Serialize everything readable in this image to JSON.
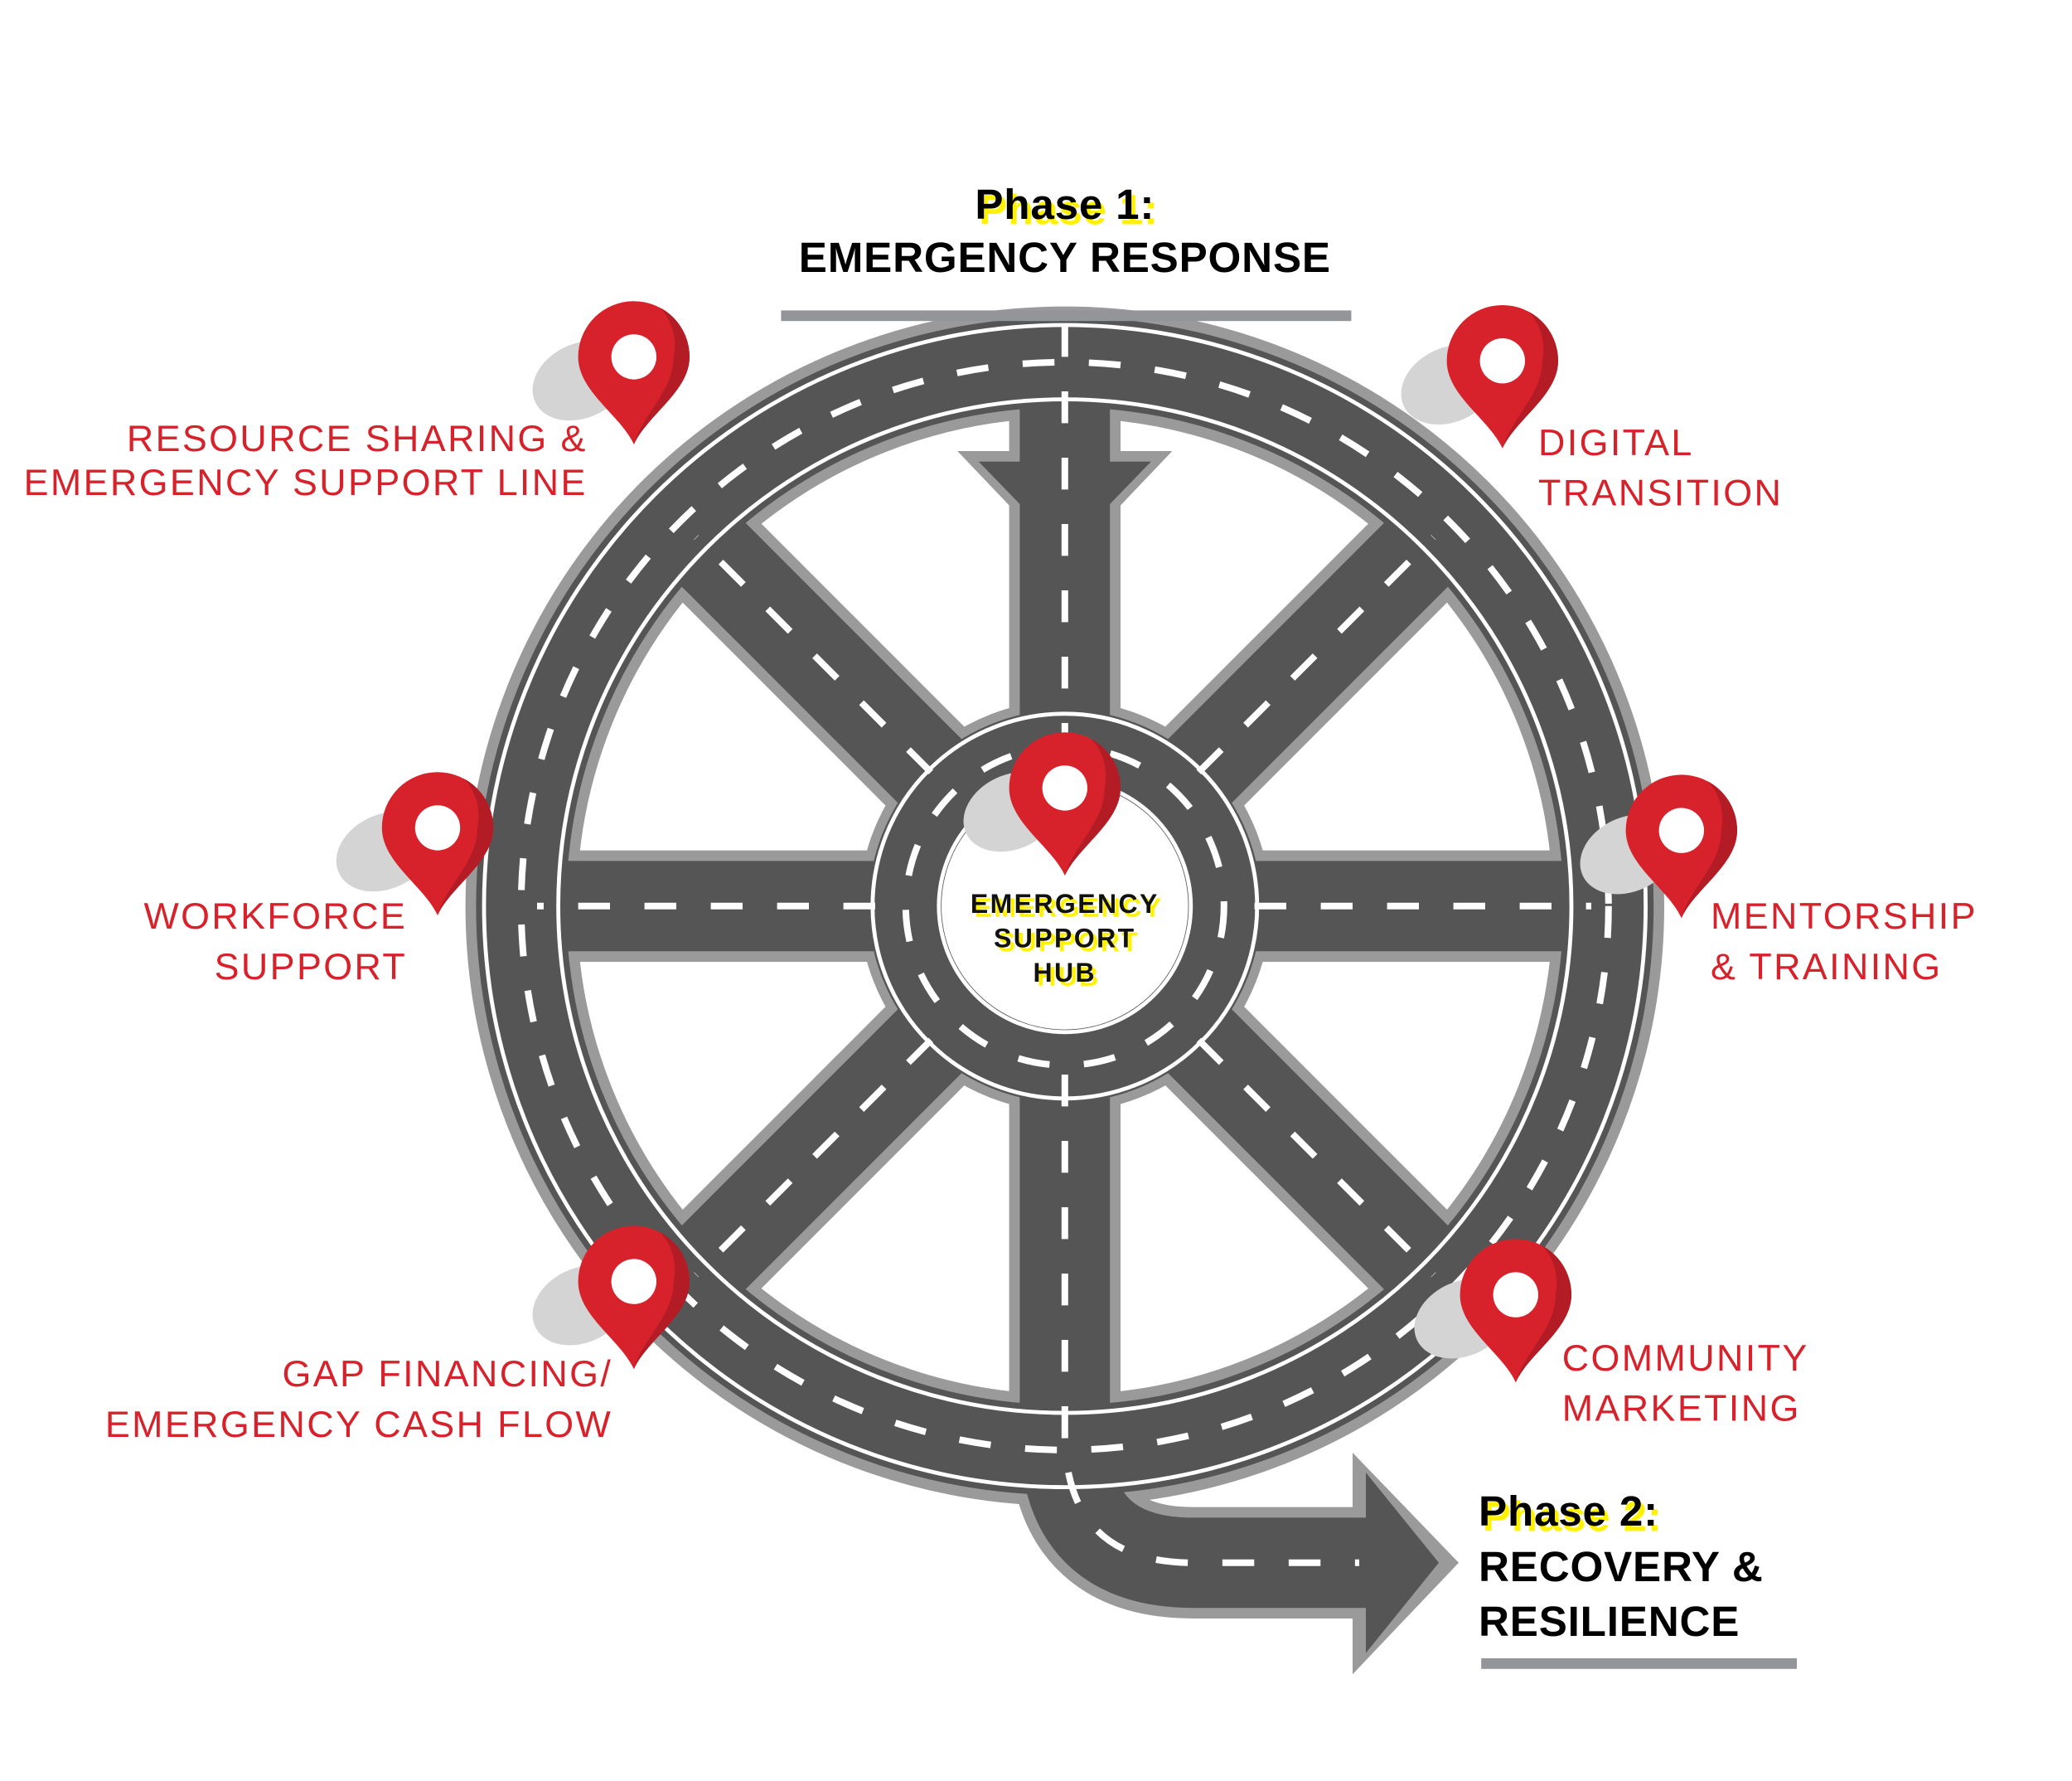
{
  "phase1": {
    "label": "Phase 1:",
    "title": "EMERGENCY RESPONSE"
  },
  "phase2": {
    "label": "Phase 2:",
    "line1": "RECOVERY &",
    "line2": "RESILIENCE"
  },
  "hub": {
    "line1": "EMERGENCY",
    "line2": "SUPPORT",
    "line3": "HUB"
  },
  "stops": {
    "resource": {
      "line1": "RESOURCE SHARING &",
      "line2": "EMERGENCY SUPPORT LINE"
    },
    "digital": {
      "line1": "DIGITAL",
      "line2": "TRANSITION"
    },
    "workforce": {
      "line1": "WORKFORCE",
      "line2": "SUPPORT"
    },
    "mentorship": {
      "line1": "MENTORSHIP",
      "line2": "& TRAINING"
    },
    "gap": {
      "line1": "GAP FINANCING/",
      "line2": "EMERGENCY CASH FLOW"
    },
    "community": {
      "line1": "COMMUNITY",
      "line2": "MARKETING"
    }
  },
  "colors": {
    "accent": "#d7222b",
    "road": "#555555",
    "highlight": "#fff200"
  }
}
